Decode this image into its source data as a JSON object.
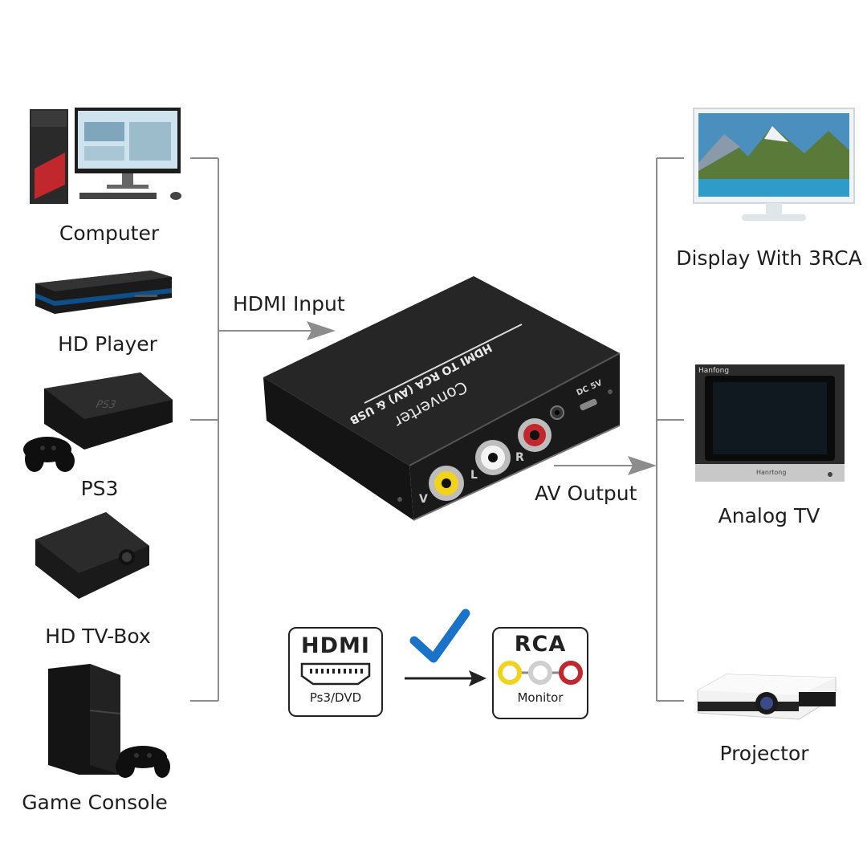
{
  "inputs": [
    {
      "label": "Computer",
      "icon": "computer-icon"
    },
    {
      "label": "HD Player",
      "icon": "bluray-player-icon"
    },
    {
      "label": "PS3",
      "icon": "ps3-console-icon"
    },
    {
      "label": "HD TV-Box",
      "icon": "tv-box-icon"
    },
    {
      "label": "Game Console",
      "icon": "game-console-icon"
    }
  ],
  "outputs": [
    {
      "label": "Display With 3RCA",
      "icon": "monitor-icon"
    },
    {
      "label": "Analog TV",
      "icon": "crt-tv-icon"
    },
    {
      "label": "Projector",
      "icon": "projector-icon"
    }
  ],
  "flow": {
    "input_label": "HDMI Input",
    "output_label": "AV Output"
  },
  "device": {
    "title": "HDMI TO RCA (AV) & USB",
    "subtitle": "Converter",
    "power_label": "DC 5V",
    "port_letters": [
      "V",
      "L",
      "R"
    ]
  },
  "tv_brand": {
    "badge": "Hanfong",
    "name": "Hanrtong"
  },
  "legend": {
    "source_title": "HDMI",
    "source_sub": "Ps3/DVD",
    "target_title": "RCA",
    "target_sub": "Monitor",
    "check_icon": "checkmark-icon"
  },
  "colors": {
    "line": "#8c8c8c",
    "check": "#1a73c8",
    "rca_yellow": "#f2d21b",
    "rca_white": "#e8e8e8",
    "rca_red": "#c0282d",
    "device_body": "#222222"
  }
}
